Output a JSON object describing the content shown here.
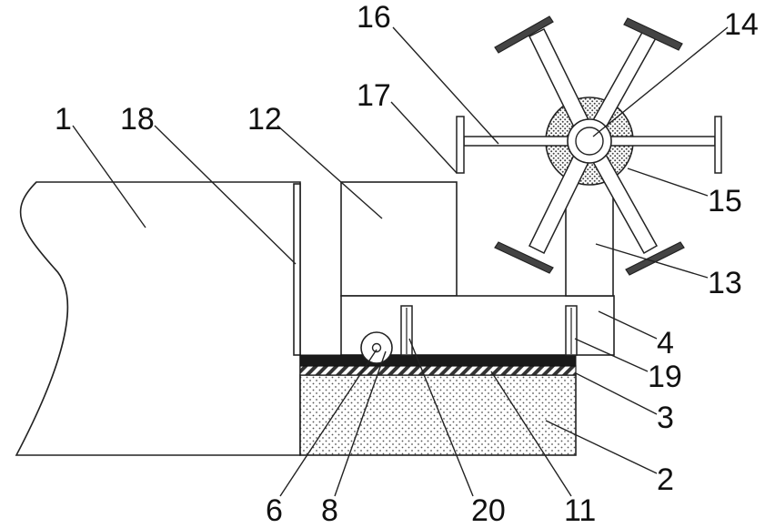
{
  "diagram": {
    "labels": [
      "1",
      "18",
      "12",
      "17",
      "16",
      "14",
      "15",
      "13",
      "4",
      "19",
      "3",
      "2",
      "6",
      "8",
      "20",
      "11"
    ]
  },
  "colors": {
    "stroke": "#222222",
    "background": "#ffffff",
    "text": "#111111"
  }
}
